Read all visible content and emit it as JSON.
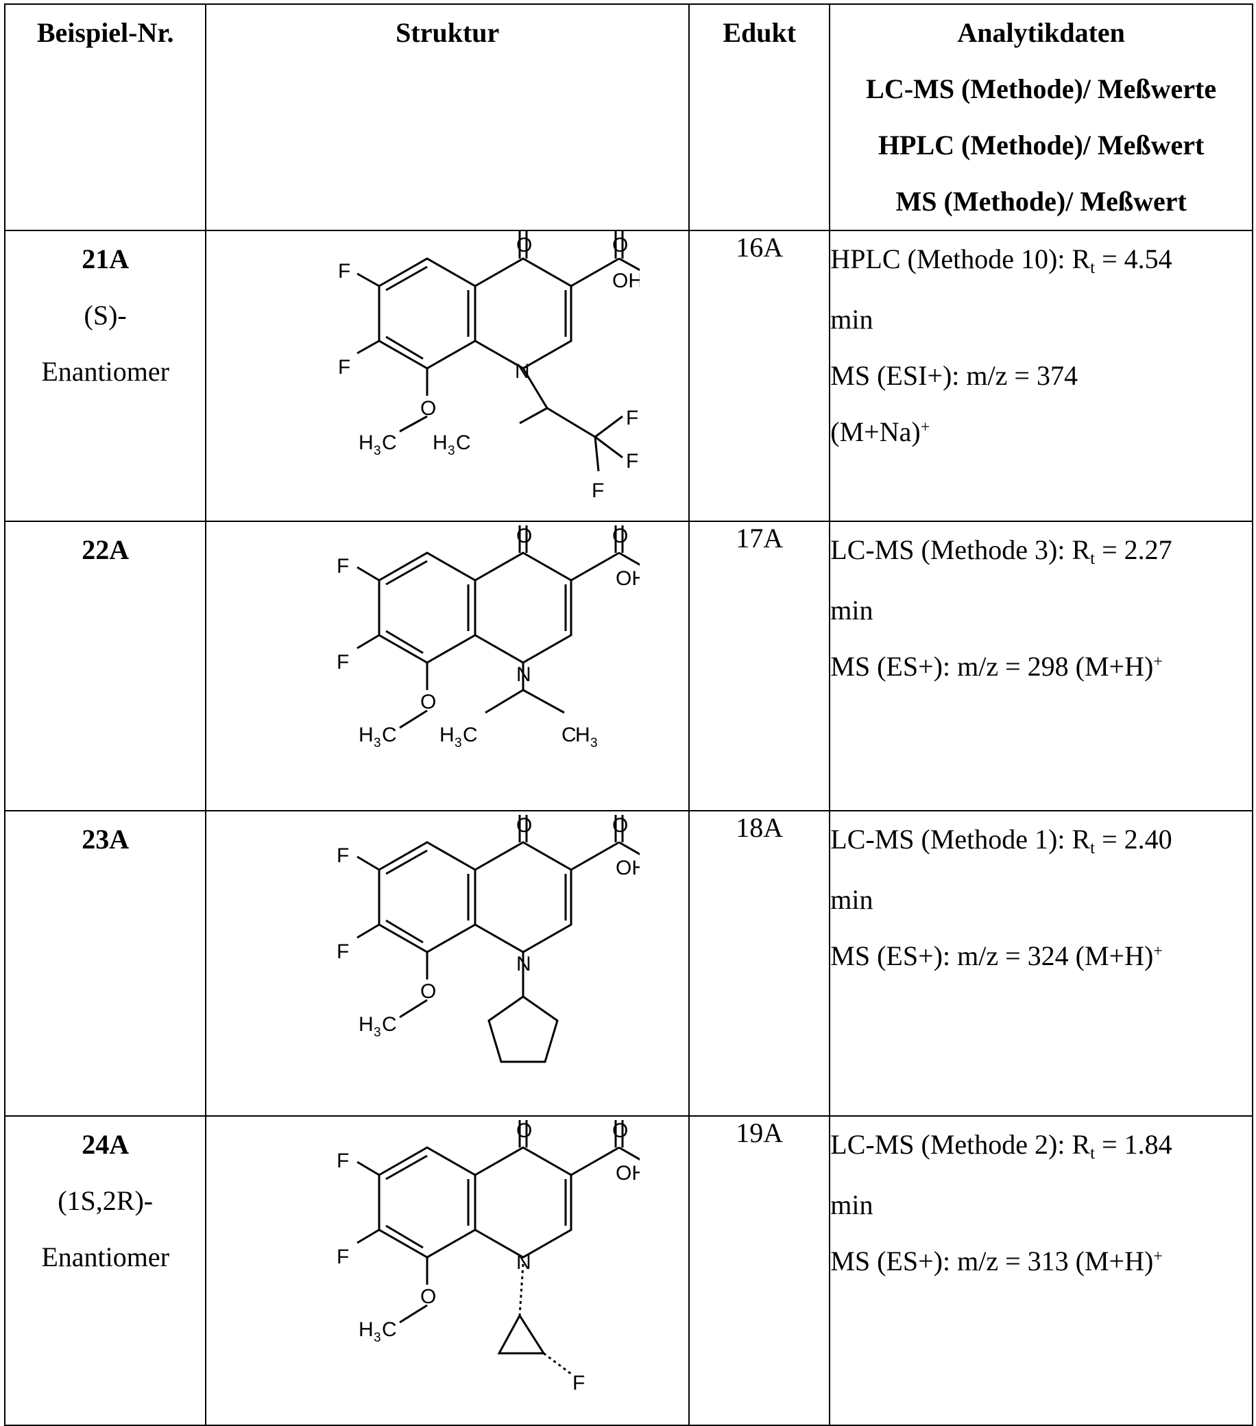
{
  "header": {
    "col_number": "Beispiel-Nr.",
    "col_structure": "Struktur",
    "col_edukt": "Edukt",
    "col_analytics": [
      "Analytikdaten",
      "LC-MS (Methode)/ Meßwerte",
      "HPLC (Methode)/ Meßwert",
      "MS (Methode)/ Meßwert"
    ]
  },
  "rows": [
    {
      "id": "21A",
      "sub1": "(S)-",
      "sub2": "Enantiomer",
      "edukt": "16A",
      "line1_pre": "HPLC (Methode 10): R",
      "line1_sub": "t",
      "line1_post": " = 4.54",
      "line2": "min",
      "line3_pre": "MS (ESI+): m/z = 374",
      "line4_pre": "(M+Na)",
      "line4_sup": "+",
      "struct": {
        "O1": "O",
        "O2": "O",
        "OH": "OH",
        "F1": "F",
        "F2": "F",
        "N": "N",
        "O3": "O",
        "F3": "F",
        "F4": "F",
        "F5": "F",
        "H3C_a": "H",
        "H3C_b": "H"
      }
    },
    {
      "id": "22A",
      "sub1": "",
      "sub2": "",
      "edukt": "17A",
      "line1_pre": "LC-MS (Methode 3): R",
      "line1_sub": "t",
      "line1_post": " = 2.27",
      "line2": "min",
      "line3_pre": "MS (ES+): m/z = 298 (M+H)",
      "line3_sup": "+"
    },
    {
      "id": "23A",
      "sub1": "",
      "sub2": "",
      "edukt": "18A",
      "line1_pre": "LC-MS (Methode 1): R",
      "line1_sub": "t",
      "line1_post": " = 2.40",
      "line2": "min",
      "line3_pre": "MS (ES+): m/z = 324 (M+H)",
      "line3_sup": "+"
    },
    {
      "id": "24A",
      "sub1": "(1S,2R)-",
      "sub2": "Enantiomer",
      "edukt": "19A",
      "line1_pre": "LC-MS (Methode 2): R",
      "line1_sub": "t",
      "line1_post": " = 1.84",
      "line2": "min",
      "line3_pre": "MS (ES+): m/z = 313 (M+H)",
      "line3_sup": "+"
    }
  ],
  "labels": {
    "O": "O",
    "OH": "OH",
    "F": "F",
    "N": "N",
    "H": "H",
    "C": "C",
    "three": "3"
  }
}
